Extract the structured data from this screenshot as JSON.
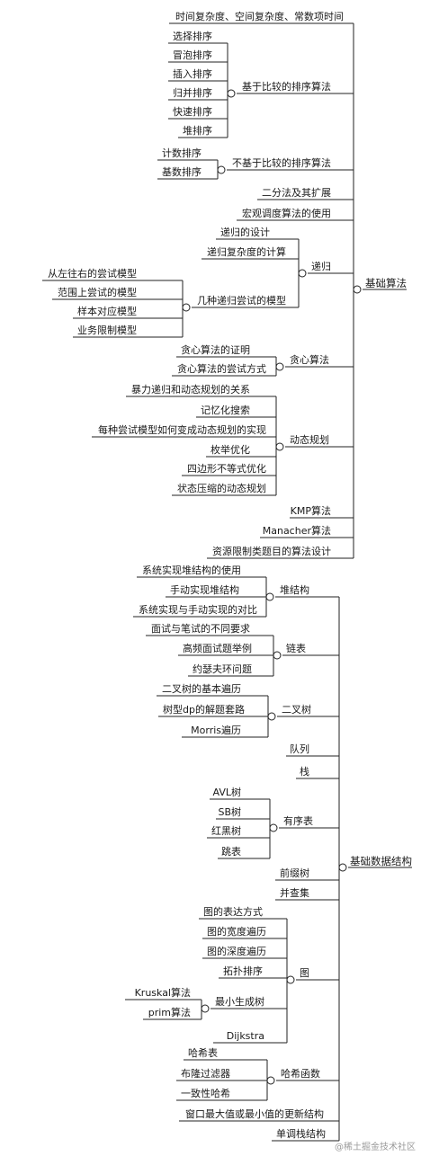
{
  "roots": [
    {
      "label": "基础算法",
      "children": [
        {
          "label": "时间复杂度、空间复杂度、常数项时间"
        },
        {
          "label": "基于比较的排序算法",
          "children": [
            {
              "label": "选择排序"
            },
            {
              "label": "冒泡排序"
            },
            {
              "label": "插入排序"
            },
            {
              "label": "归并排序"
            },
            {
              "label": "快速排序"
            },
            {
              "label": "堆排序"
            }
          ]
        },
        {
          "label": "不基于比较的排序算法",
          "children": [
            {
              "label": "计数排序"
            },
            {
              "label": "基数排序"
            }
          ]
        },
        {
          "label": "二分法及其扩展"
        },
        {
          "label": "宏观调度算法的使用"
        },
        {
          "label": "递归",
          "children": [
            {
              "label": "递归的设计"
            },
            {
              "label": "递归复杂度的计算"
            },
            {
              "label": "几种递归尝试的模型",
              "children": [
                {
                  "label": "从左往右的尝试模型"
                },
                {
                  "label": "范围上尝试的模型"
                },
                {
                  "label": "样本对应模型"
                },
                {
                  "label": "业务限制模型"
                }
              ]
            }
          ]
        },
        {
          "label": "贪心算法",
          "children": [
            {
              "label": "贪心算法的证明"
            },
            {
              "label": "贪心算法的尝试方式"
            }
          ]
        },
        {
          "label": "动态规划",
          "children": [
            {
              "label": "暴力递归和动态规划的关系"
            },
            {
              "label": "记忆化搜索"
            },
            {
              "label": "每种尝试模型如何变成动态规划的实现"
            },
            {
              "label": "枚举优化"
            },
            {
              "label": "四边形不等式优化"
            },
            {
              "label": "状态压缩的动态规划"
            }
          ]
        },
        {
          "label": "KMP算法"
        },
        {
          "label": "Manacher算法"
        },
        {
          "label": "资源限制类题目的算法设计"
        }
      ]
    },
    {
      "label": "基础数据结构",
      "children": [
        {
          "label": "堆结构",
          "children": [
            {
              "label": "系统实现堆结构的使用"
            },
            {
              "label": "手动实现堆结构"
            },
            {
              "label": "系统实现与手动实现的对比"
            }
          ]
        },
        {
          "label": "链表",
          "children": [
            {
              "label": "面试与笔试的不同要求"
            },
            {
              "label": "高频面试题举例"
            },
            {
              "label": "约瑟夫环问题"
            }
          ]
        },
        {
          "label": "二叉树",
          "children": [
            {
              "label": "二叉树的基本遍历"
            },
            {
              "label": "树型dp的解题套路"
            },
            {
              "label": "Morris遍历"
            }
          ]
        },
        {
          "label": "队列"
        },
        {
          "label": "栈"
        },
        {
          "label": "有序表",
          "children": [
            {
              "label": "AVL树"
            },
            {
              "label": "SB树"
            },
            {
              "label": "红黑树"
            },
            {
              "label": "跳表"
            }
          ]
        },
        {
          "label": "前缀树"
        },
        {
          "label": "并查集"
        },
        {
          "label": "图",
          "children": [
            {
              "label": "图的表达方式"
            },
            {
              "label": "图的宽度遍历"
            },
            {
              "label": "图的深度遍历"
            },
            {
              "label": "拓扑排序"
            },
            {
              "label": "最小生成树",
              "children": [
                {
                  "label": "Kruskal算法"
                },
                {
                  "label": "prim算法"
                }
              ]
            },
            {
              "label": "Dijkstra"
            }
          ]
        },
        {
          "label": "哈希函数",
          "children": [
            {
              "label": "哈希表"
            },
            {
              "label": "布隆过滤器"
            },
            {
              "label": "一致性哈希"
            }
          ]
        },
        {
          "label": "窗口最大值或最小值的更新结构"
        },
        {
          "label": "单调栈结构"
        }
      ]
    }
  ],
  "watermark": "@稀土掘金技术社区",
  "colors": {
    "line": "#222222",
    "text": "#1a1a1a",
    "background": "#ffffff"
  }
}
